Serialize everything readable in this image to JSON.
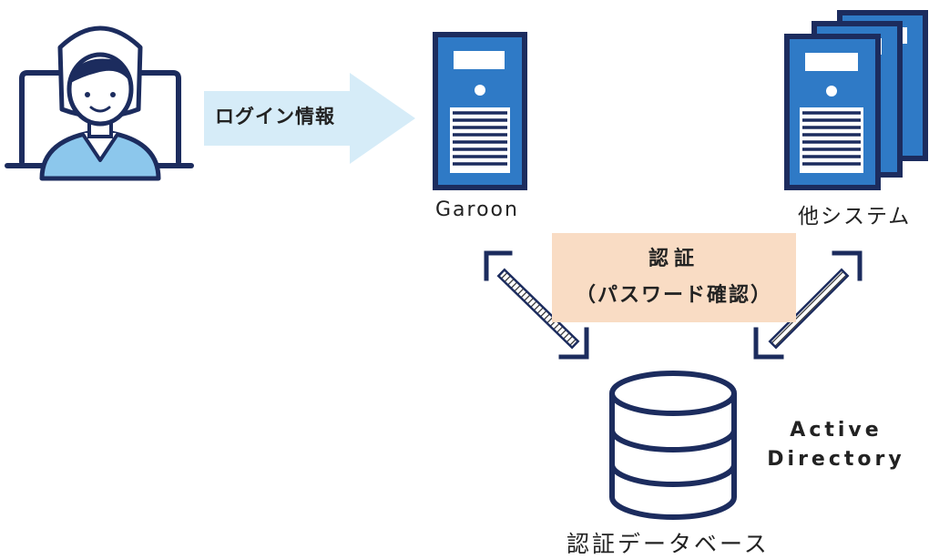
{
  "diagram": {
    "user": {
      "icon": "user-at-laptop-icon"
    },
    "login_arrow": {
      "label": "ログイン情報",
      "color": "#d6ecf8"
    },
    "garoon": {
      "label": "Garoon",
      "icon": "server-icon"
    },
    "other_systems": {
      "label": "他システム",
      "icon": "server-stack-icon"
    },
    "auth": {
      "title": "認証",
      "subtitle": "（パスワード確認）",
      "background": "#f9dcc4"
    },
    "database": {
      "name_line1": "Active",
      "name_line2": "Directory",
      "label": "認証データベース",
      "icon": "database-icon"
    },
    "colors": {
      "navy": "#1c2c5e",
      "blue": "#2f7ac6",
      "light_blue": "#8cc7ec"
    }
  }
}
